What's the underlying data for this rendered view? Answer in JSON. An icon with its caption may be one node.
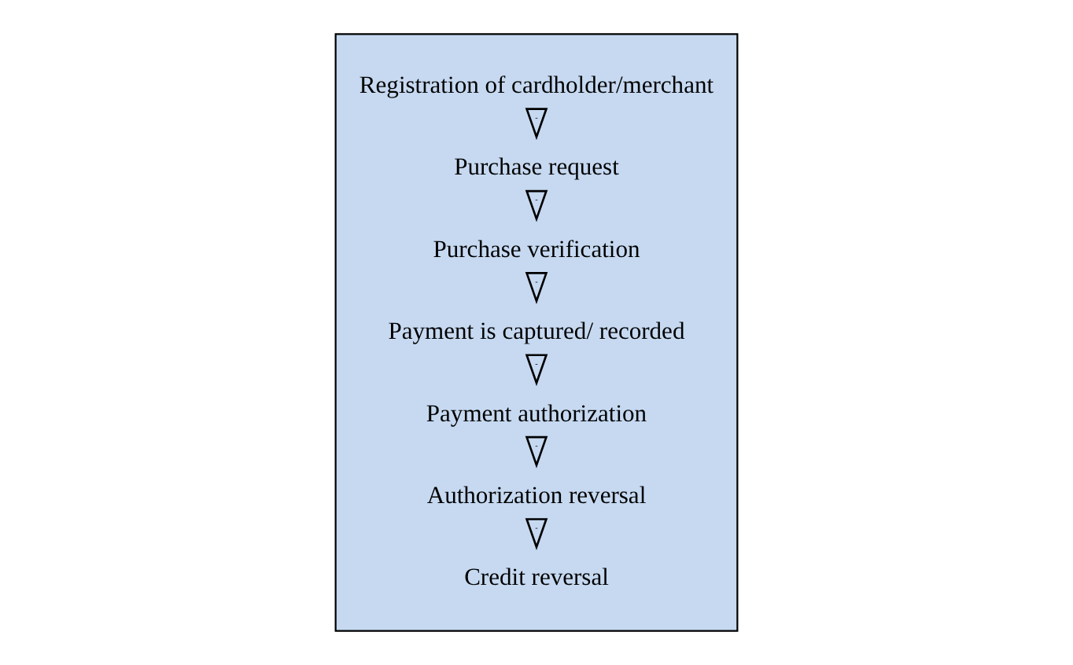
{
  "diagram": {
    "nodes": [
      {
        "text": [],
        "shape": "box"
      },
      {
        "text": [
          "Registration of cardholder/merchant"
        ],
        "in": 0
      },
      {
        "text": [
          "Purchase request"
        ],
        "in": 0
      },
      {
        "text": [
          "Purchase verification"
        ],
        "in": 0
      },
      {
        "text": [
          "Payment is captured/ recorded"
        ],
        "in": 0
      },
      {
        "text": [
          "Payment authorization"
        ],
        "in": 0
      },
      {
        "text": [
          "Authorization reversal"
        ],
        "in": 0
      },
      {
        "text": [
          "Credit reversal"
        ],
        "in": 0
      }
    ],
    "edges": [
      {
        "from": 1,
        "to": 2,
        "arrow": "to"
      },
      {
        "from": 2,
        "to": 3,
        "arrow": "to"
      },
      {
        "from": 3,
        "to": 4,
        "arrow": "to"
      },
      {
        "from": 4,
        "to": 5,
        "arrow": "to"
      },
      {
        "from": 5,
        "to": 6,
        "arrow": "to"
      },
      {
        "from": 6,
        "to": 7,
        "arrow": "to"
      }
    ]
  }
}
